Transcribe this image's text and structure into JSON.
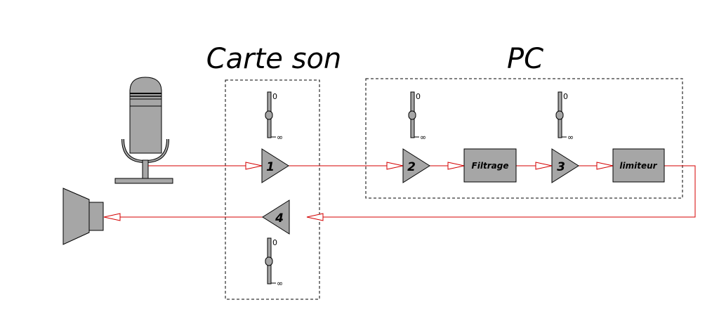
{
  "titles": {
    "sound_card": "Carte son",
    "pc": "PC"
  },
  "amplifiers": [
    {
      "label": "1"
    },
    {
      "label": "2"
    },
    {
      "label": "3"
    },
    {
      "label": "4"
    }
  ],
  "blocks": {
    "filter": "Filtrage",
    "limiter": "limiteur"
  },
  "fader_scale": {
    "top": "0",
    "bottom": "∞"
  },
  "colors": {
    "signal": "#d40000",
    "component_fill": "#a6a6a6",
    "outline": "#000000"
  },
  "icons": [
    "microphone-icon",
    "loudspeaker-icon",
    "fader-icon",
    "amplifier-icon"
  ]
}
